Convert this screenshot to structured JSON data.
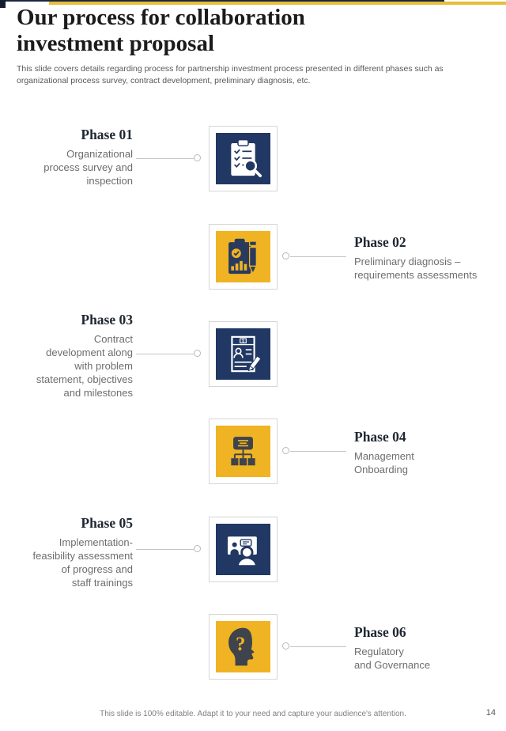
{
  "header": {
    "title": "Our process for collaboration\ninvestment proposal",
    "subtitle": "This slide covers details regarding process for partnership investment process presented in different phases such as\norganizational process survey, contract development, preliminary diagnosis, etc."
  },
  "phases": [
    {
      "label": "Phase 01",
      "description": "Organizational\nprocess survey and\ninspection",
      "side": "left",
      "icon": "clipboard-magnifier-icon",
      "box_color": "#213864"
    },
    {
      "label": "Phase 02",
      "description": "Preliminary diagnosis –\nrequirements assessments",
      "side": "right",
      "icon": "clipboard-chart-pencil-icon",
      "box_color": "#F0B323"
    },
    {
      "label": "Phase 03",
      "description": "Contract\ndevelopment along\nwith problem\nstatement, objectives\nand milestones",
      "side": "left",
      "icon": "contract-document-pencil-icon",
      "box_color": "#213864"
    },
    {
      "label": "Phase 04",
      "description": "Management\nOnboarding",
      "side": "right",
      "icon": "org-chart-icon",
      "box_color": "#F0B323"
    },
    {
      "label": "Phase 05",
      "description": "Implementation-\nfeasibility assessment\nof progress and\nstaff trainings",
      "side": "left",
      "icon": "training-presentation-icon",
      "box_color": "#213864"
    },
    {
      "label": "Phase 06",
      "description": "Regulatory\nand Governance",
      "side": "right",
      "icon": "head-question-icon",
      "box_color": "#F0B323"
    }
  ],
  "footer": {
    "note": "This slide is 100% editable. Adapt it to your need and capture your audience's attention.",
    "page_number": "14"
  },
  "colors": {
    "navy": "#213864",
    "yellow": "#F0B323",
    "top_line_navy": "#1B2740",
    "top_line_yellow": "#E8BD3B",
    "icon_dark": "#3F434B"
  }
}
